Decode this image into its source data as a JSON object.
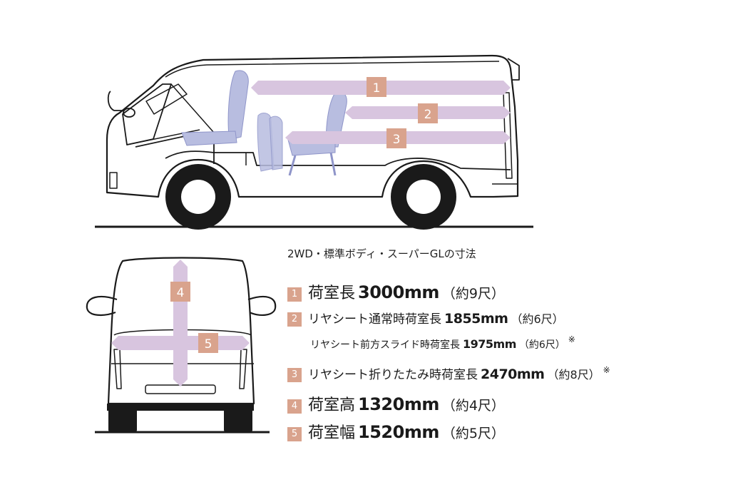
{
  "subtitle": "2WD・標準ボディ・スーパーGLの寸法",
  "colors": {
    "arrow": "#d8c5df",
    "badge": "#d9a38d",
    "seat": "#b8bde0"
  },
  "side_view": {
    "markers": [
      "1",
      "2",
      "3"
    ]
  },
  "rear_view": {
    "markers": [
      "4",
      "5"
    ]
  },
  "specs": [
    {
      "num": "1",
      "label": "荷室長",
      "value": "3000mm",
      "note": "（約9尺）"
    },
    {
      "num": "2",
      "label": "リヤシート通常時荷室長",
      "value": "1855mm",
      "note": "（約6尺）"
    },
    {
      "label": "リヤシート前方スライド時荷室長",
      "value": "1975mm",
      "note": "（約6尺）",
      "mark": "※"
    },
    {
      "num": "3",
      "label": "リヤシート折りたたみ時荷室長",
      "value": "2470mm",
      "note": "（約8尺）",
      "mark": "※"
    },
    {
      "num": "4",
      "label": "荷室高",
      "value": "1320mm",
      "note": "（約4尺）"
    },
    {
      "num": "5",
      "label": "荷室幅",
      "value": "1520mm",
      "note": "（約5尺）"
    }
  ]
}
